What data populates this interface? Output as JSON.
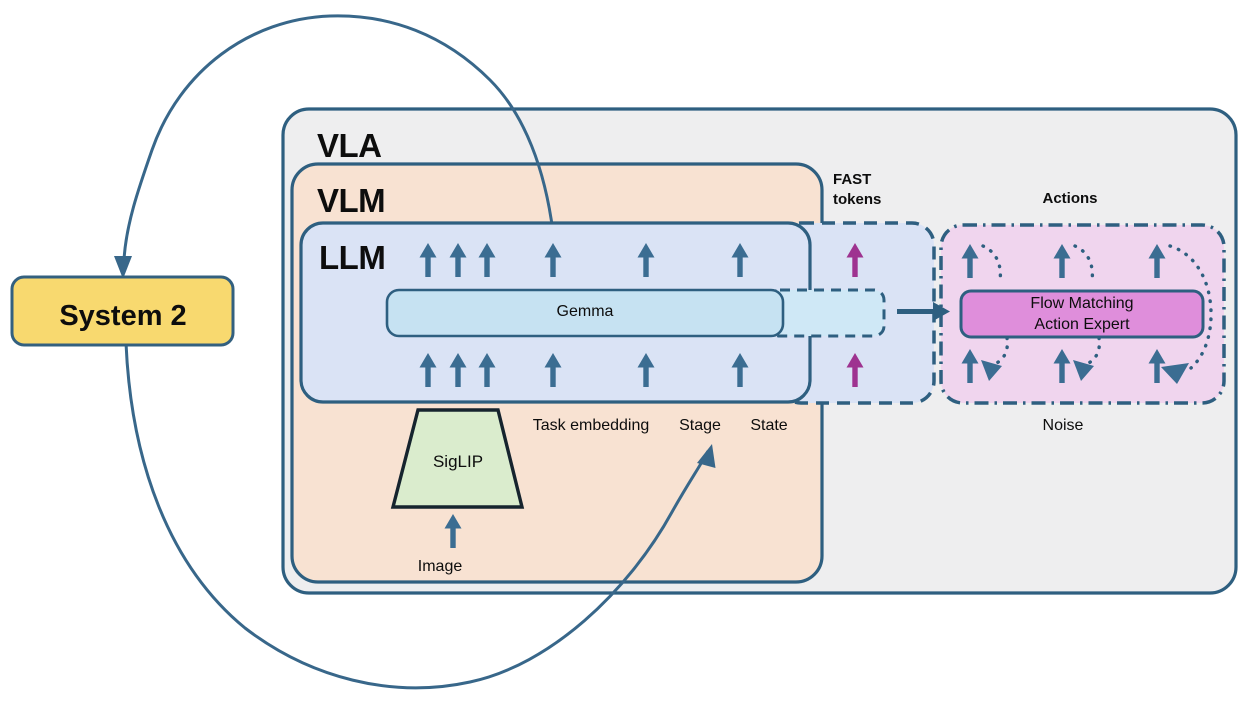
{
  "title": "VLA architecture diagram with System 2 loop",
  "system2": {
    "label": "System 2"
  },
  "vla": {
    "label": "VLA"
  },
  "vlm": {
    "label": "VLM"
  },
  "llm": {
    "label": "LLM"
  },
  "gemma": {
    "label": "Gemma"
  },
  "siglip": {
    "label": "SigLIP"
  },
  "flow_matching": {
    "label": "Flow Matching\nAction Expert"
  },
  "labels": {
    "fast_tokens": "FAST\ntokens",
    "actions": "Actions",
    "task_embedding": "Task embedding",
    "stage": "Stage",
    "state": "State",
    "image": "Image",
    "noise": "Noise"
  },
  "colors": {
    "box_border": "#2e5f80",
    "loop_stroke": "#38678a",
    "arrow_blue": "#3b6d92",
    "arrow_purple": "#9e3390",
    "vla_fill": "#eeeeef",
    "vlm_fill": "#f8e2d2",
    "llm_fill": "#dae3f5",
    "fast_fill": "#dae3f5",
    "gemma_fill": "#c6e2f2",
    "gemma_ext_fill": "#cfe8f6",
    "actions_fill": "#f0d5ee",
    "flow_fill": "#df8edb",
    "system2_fill": "#f8d96f",
    "siglip_fill": "#daeccd",
    "siglip_border": "#16242e",
    "text": "#0d0d0d"
  }
}
